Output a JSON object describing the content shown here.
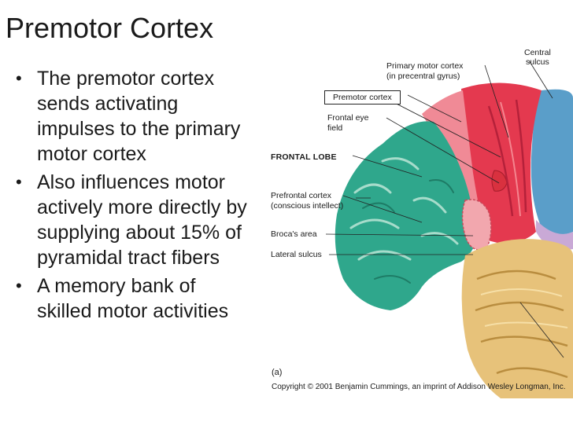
{
  "slide": {
    "title": "Premotor Cortex",
    "bullets": [
      "The premotor cortex sends activating impulses to the primary motor cortex",
      "Also influences motor actively more directly by supplying about 15% of pyramidal tract fibers",
      "A memory bank of skilled motor activities"
    ]
  },
  "figure": {
    "labels": {
      "central_sulcus_1": "Central",
      "central_sulcus_2": "sulcus",
      "primary_motor_1": "Primary motor cortex",
      "primary_motor_2": "(in precentral gyrus)",
      "premotor": "Premotor cortex",
      "frontal_eye_1": "Frontal eye",
      "frontal_eye_2": "field",
      "frontal_lobe": "FRONTAL LOBE",
      "prefrontal_1": "Prefrontal cortex",
      "prefrontal_2": "(conscious intellect)",
      "broca": "Broca's area",
      "lateral_sulcus": "Lateral sulcus"
    },
    "panel_letter": "(a)",
    "copyright": "Copyright © 2001 Benjamin Cummings, an imprint of Addison Wesley Longman, Inc."
  },
  "colors": {
    "prefrontal_teal": "#2fa78c",
    "motor_red": "#e4394f",
    "premotor_pink": "#f2a7ae",
    "temporal_tan": "#e7c27a",
    "parietal_blue": "#5a9ec9",
    "lilac": "#c9a9d6"
  }
}
